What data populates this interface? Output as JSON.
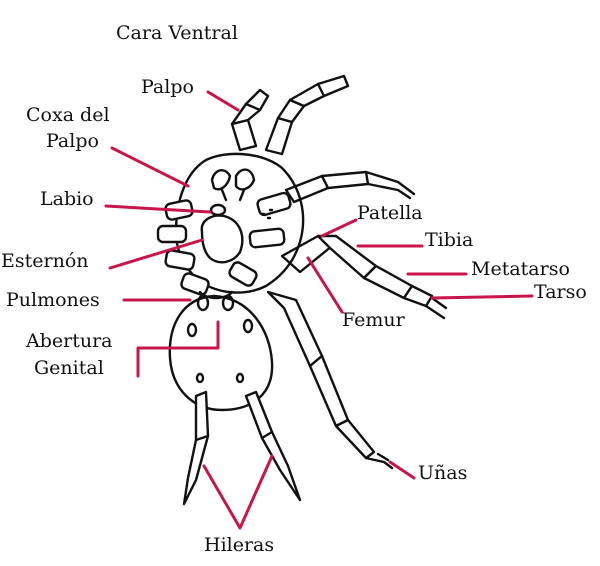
{
  "title": "Cara Ventral",
  "colors": {
    "leader": "#c8154a",
    "outline": "#111111",
    "background": "#ffffff"
  },
  "labels": {
    "palpo": "Palpo",
    "coxa_palpo_1": "Coxa del",
    "coxa_palpo_2": "Palpo",
    "labio": "Labio",
    "esternon": "Esternón",
    "pulmones": "Pulmones",
    "abertura_1": "Abertura",
    "abertura_2": "Genital",
    "hileras": "Hileras",
    "patella": "Patella",
    "tibia": "Tibia",
    "metatarso": "Metatarso",
    "tarso": "Tarso",
    "femur": "Femur",
    "unas": "Uñas"
  }
}
